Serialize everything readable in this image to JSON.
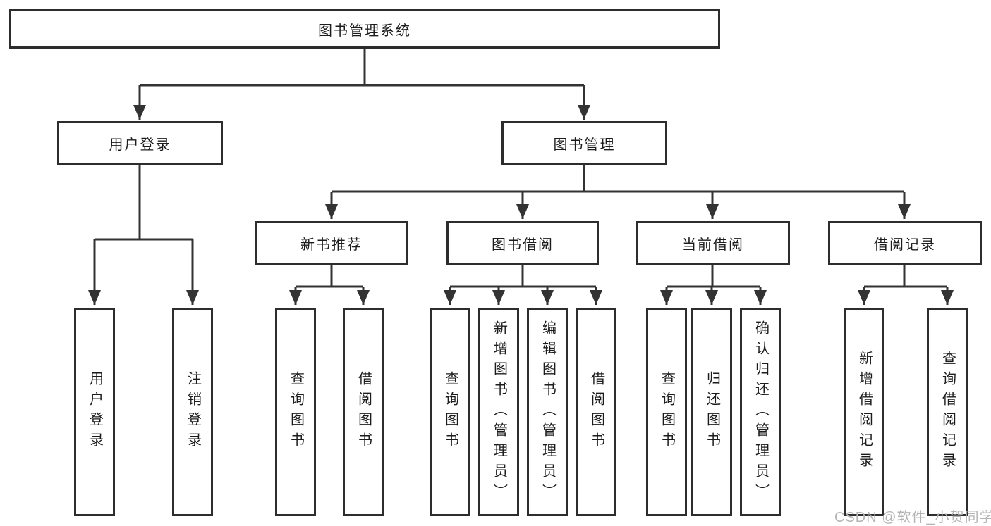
{
  "diagram_title": "图书管理系统",
  "tree": {
    "label": "图书管理系统",
    "children": [
      {
        "label": "用户登录",
        "children": [
          {
            "label": "用户登录"
          },
          {
            "label": "注销登录"
          }
        ]
      },
      {
        "label": "图书管理",
        "children": [
          {
            "label": "新书推荐",
            "children": [
              {
                "label": "查询图书"
              },
              {
                "label": "借阅图书"
              }
            ]
          },
          {
            "label": "图书借阅",
            "children": [
              {
                "label": "查询图书"
              },
              {
                "label": "新增图书（管理员）"
              },
              {
                "label": "编辑图书（管理员）"
              },
              {
                "label": "借阅图书"
              }
            ]
          },
          {
            "label": "当前借阅",
            "children": [
              {
                "label": "查询图书"
              },
              {
                "label": "归还图书"
              },
              {
                "label": "确认归还（管理员）"
              }
            ]
          },
          {
            "label": "借阅记录",
            "children": [
              {
                "label": "新增借阅记录"
              },
              {
                "label": "查询借阅记录"
              }
            ]
          }
        ]
      }
    ]
  },
  "watermark": {
    "text": "CSDN @软件_小贺同学",
    "color": "#b4b4b4"
  },
  "colors": {
    "box_border": "#2d2d2d",
    "connector_line": "#333333",
    "text": "#1c1c1c",
    "background": "#ffffff"
  }
}
